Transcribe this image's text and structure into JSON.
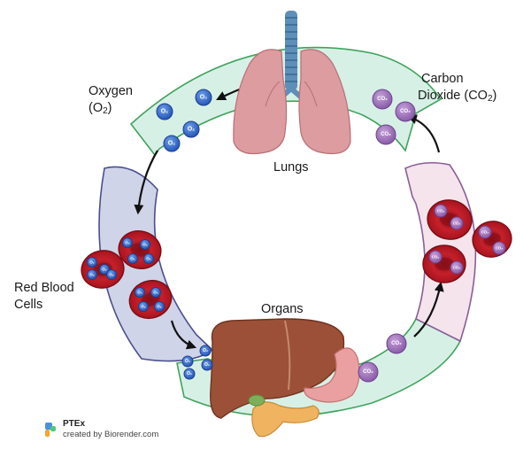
{
  "labels": {
    "lungs": "Lungs",
    "organs": "Organs",
    "oxygen": {
      "word": "Oxygen",
      "open": "(O",
      "sub": "2",
      "close": ")"
    },
    "carbon_dioxide": {
      "line1": "Carbon",
      "line2_prefix": "Dioxide (CO",
      "sub": "2",
      "close": ")"
    },
    "red_blood_cells": {
      "line1": "Red Blood",
      "line2": "Cells"
    }
  },
  "molecules": {
    "oxygen": "O₂",
    "carbon_dioxide": "CO₂"
  },
  "credit": {
    "brand": "PTEx",
    "created_by": "created by Biorender.com"
  },
  "colors": {
    "left_arc_fill": "#d7f0e6",
    "left_arc_stroke": "#3fa35c",
    "right_arc_fill": "#f5e4ec",
    "right_arc_stroke": "#8a5c9a",
    "blood_panel_fill": "#cfd4e8",
    "blood_panel_stroke": "#4a4f8f",
    "oxygen": "#2f64c8",
    "carbon_dioxide": "#9a6bb8",
    "rbc": "#c4202a",
    "lung": "#dc9ca0",
    "trachea": "#5e8fb8",
    "liver": "#9c5037",
    "stomach": "#eaa0a0",
    "pancreas": "#f0b460"
  }
}
